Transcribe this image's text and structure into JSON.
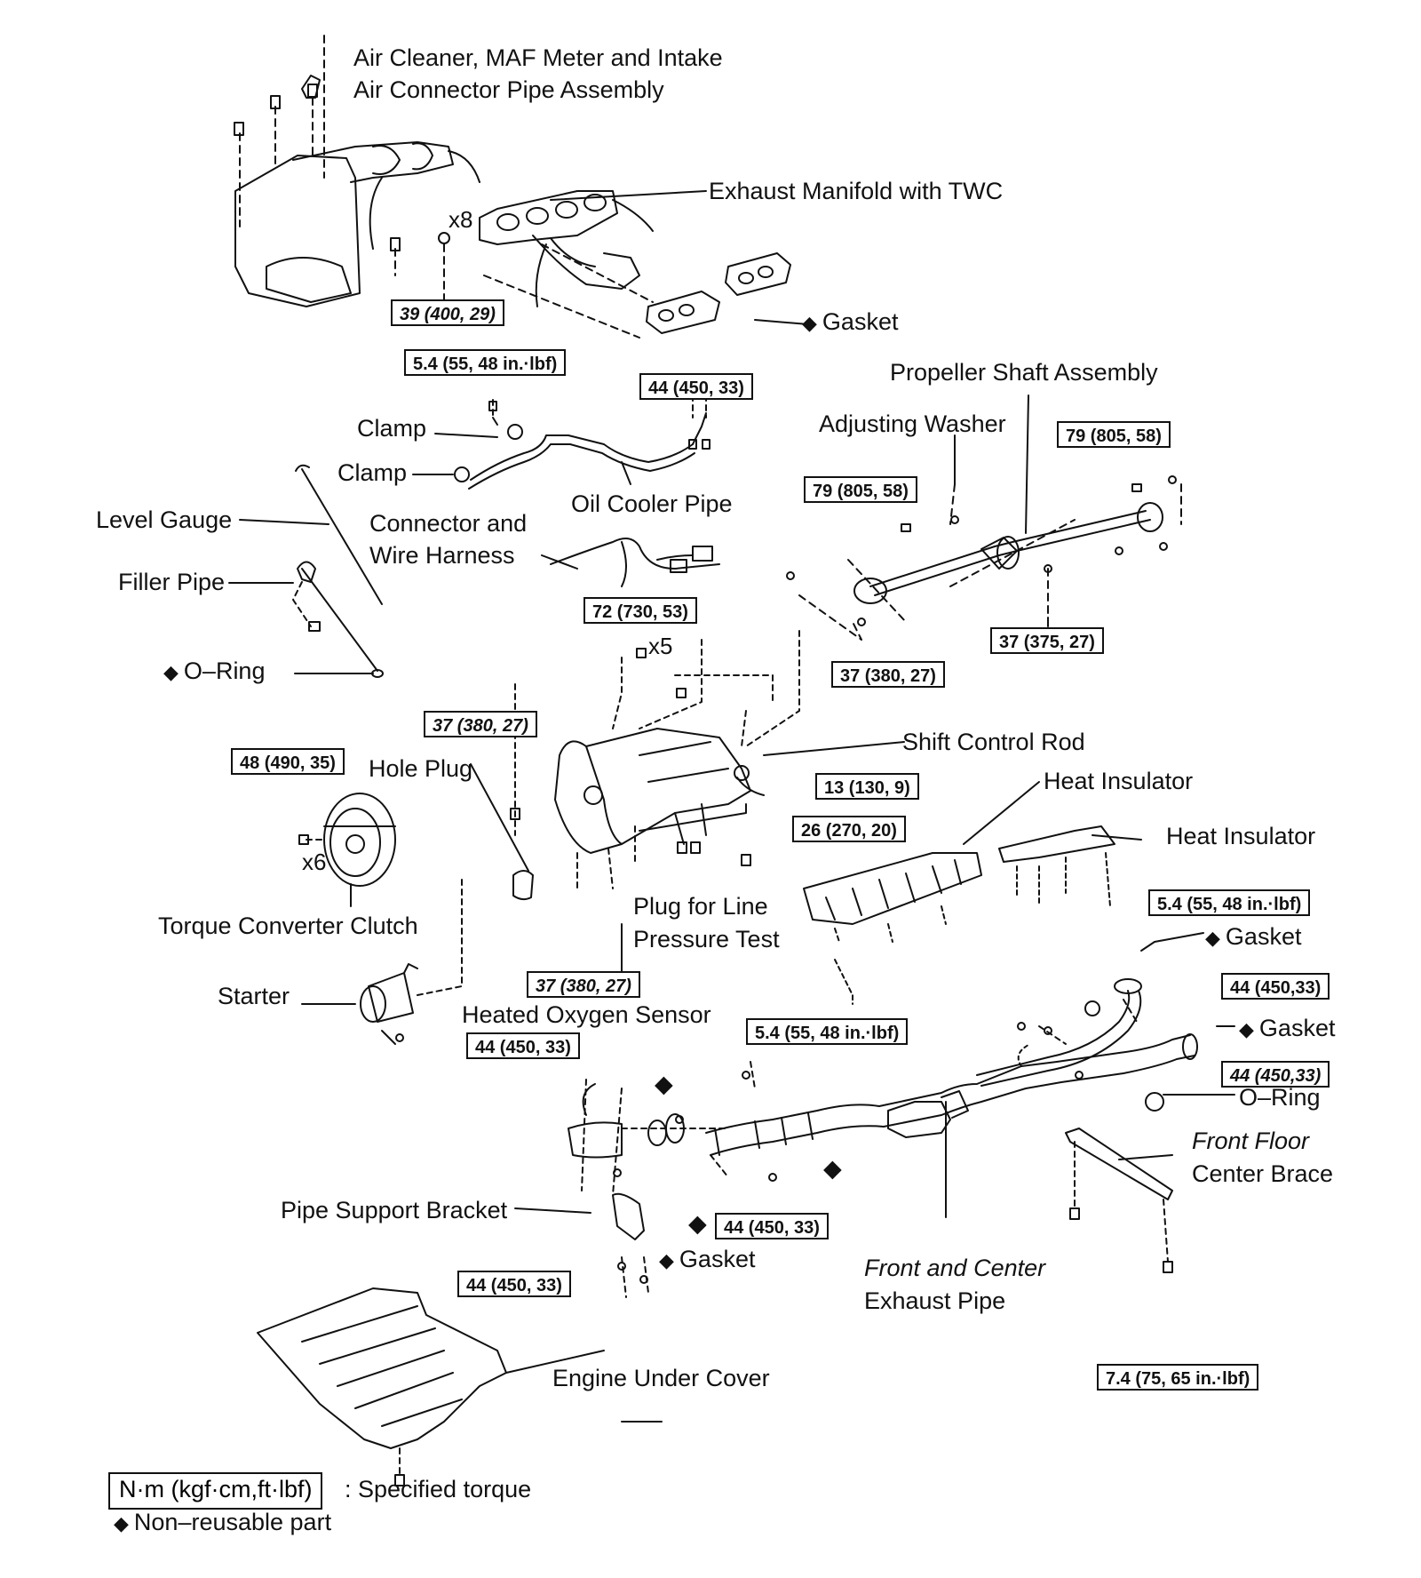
{
  "labels": {
    "air_cleaner_1": "Air Cleaner, MAF Meter and Intake",
    "air_cleaner_2": "Air Connector Pipe Assembly",
    "exhaust_manifold": "Exhaust Manifold with TWC",
    "gasket_manifold": "Gasket",
    "propeller_shaft": "Propeller Shaft Assembly",
    "adjusting_washer": "Adjusting Washer",
    "clamp_1": "Clamp",
    "clamp_2": "Clamp",
    "oil_cooler_pipe": "Oil Cooler Pipe",
    "level_gauge": "Level Gauge",
    "connector_1": "Connector and",
    "connector_2": "Wire Harness",
    "filler_pipe": "Filler Pipe",
    "o_ring_left": "O–Ring",
    "shift_control_rod": "Shift Control Rod",
    "hole_plug": "Hole Plug",
    "heat_insulator_1": "Heat Insulator",
    "heat_insulator_2": "Heat Insulator",
    "torque_converter": "Torque Converter Clutch",
    "plug_line_1": "Plug for Line",
    "plug_line_2": "Pressure Test",
    "gasket_right_1": "Gasket",
    "starter": "Starter",
    "heated_oxygen": "Heated Oxygen Sensor",
    "gasket_right_2": "Gasket",
    "o_ring_right": "O–Ring",
    "front_floor_1": "Front Floor",
    "front_floor_2": "Center Brace",
    "pipe_support": "Pipe Support Bracket",
    "gasket_lower": "Gasket",
    "front_center_1": "Front and Center",
    "front_center_2": "Exhaust Pipe",
    "engine_under_cover": "Engine Under Cover"
  },
  "torques": {
    "manifold": "39 (400, 29)",
    "clamp": "5.4 (55, 48 in.·lbf)",
    "oil_cooler": "44 (450, 33)",
    "prop_right": "79 (805, 58)",
    "prop_left": "79 (805, 58)",
    "trans_x5": "72 (730, 53)",
    "prop_center": "37 (375, 27)",
    "trans_upper": "37 (380, 27)",
    "trans_left": "37 (380, 27)",
    "converter": "48 (490, 35)",
    "shift_rod": "13 (130, 9)",
    "trans_lower": "26 (270, 20)",
    "insulator_right": "5.4 (55, 48 in.·lbf)",
    "exhaust_right_1": "44 (450,33)",
    "bracket_bolts": "37 (380, 27)",
    "insulator_center": "5.4 (55, 48 in.·lbf)",
    "oxygen_sensor": "44 (450, 33)",
    "exhaust_right_2": "44 (450,33)",
    "front_pipe": "44 (450, 33)",
    "support_bracket": "44 (450, 33)",
    "brace": "7.4 (75, 65 in.·lbf)"
  },
  "multipliers": {
    "manifold_nuts": "x8",
    "trans_bolts": "x5",
    "converter_bolts": "x6"
  },
  "legend": {
    "torque_unit": "N·m (kgf·cm,ft·lbf)",
    "torque_desc": ": Specified torque",
    "non_reusable_symbol": "◆",
    "non_reusable_desc": "Non–reusable part"
  },
  "symbols": {
    "diamond": "◆"
  },
  "colors": {
    "ink": "#111111",
    "paper": "#ffffff"
  }
}
